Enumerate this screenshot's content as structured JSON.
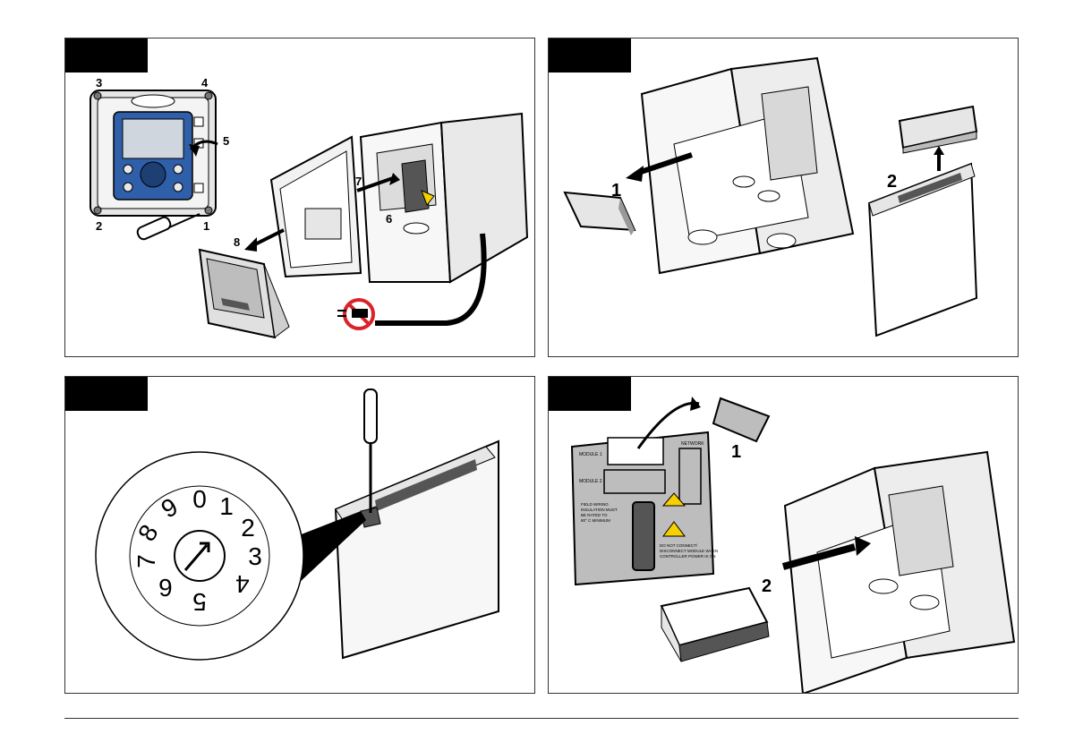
{
  "panels": [
    {
      "callouts": {
        "c1": "1",
        "c2": "2",
        "c3": "3",
        "c4": "4",
        "c5": "5",
        "c6": "6",
        "c7": "7",
        "c8": "8"
      }
    },
    {
      "callouts": {
        "c1": "1",
        "c2": "2"
      }
    },
    {
      "dial_digits": [
        "0",
        "1",
        "2",
        "3",
        "4",
        "5",
        "6",
        "7",
        "8",
        "9"
      ]
    },
    {
      "callouts": {
        "c1": "1",
        "c2": "2"
      },
      "cover_labels": {
        "module1": "MODULE 1",
        "module2": "MODULE 2",
        "network": "NETWORK",
        "field_wiring_1": "FIELD WIRING",
        "field_wiring_2": "INSULATION MUST",
        "field_wiring_3": "BE RATED TO",
        "field_wiring_4": "80° C MINIMUM",
        "warning_1": "DO NOT CONNECT/",
        "warning_2": "DISCONNECT MODULE WHEN",
        "warning_3": "CONTROLLER POWER IS ON"
      }
    }
  ],
  "colors": {
    "tab": "#000000",
    "screen": "#2e5fa8",
    "cover": "#bdbdbd",
    "prohibit": "#d9232a",
    "warning": "#f6d000"
  }
}
